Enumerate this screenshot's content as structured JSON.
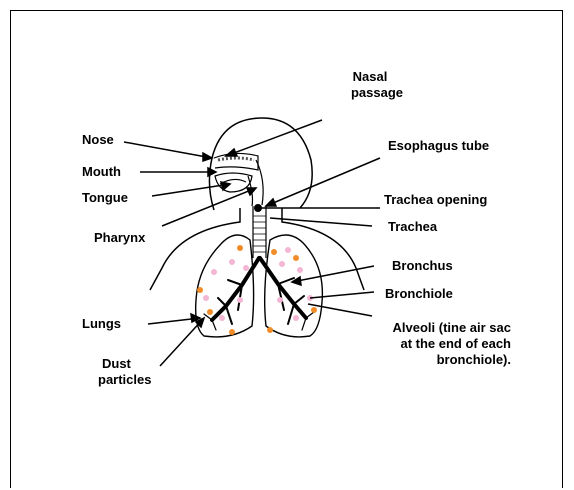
{
  "labels": {
    "nasal_passage_1": "Nasal",
    "nasal_passage_2": "passage",
    "nose": "Nose",
    "mouth": "Mouth",
    "tongue": "Tongue",
    "pharynx": "Pharynx",
    "esophagus": "Esophagus tube",
    "trachea_opening": "Trachea opening",
    "trachea": "Trachea",
    "bronchus": "Bronchus",
    "bronchiole": "Bronchiole",
    "lungs": "Lungs",
    "dust_1": "Dust",
    "dust_2": "particles",
    "alveoli_1": "Alveoli (tine air sac",
    "alveoli_2": "at the end of each",
    "alveoli_3": "bronchiole)."
  },
  "colors": {
    "dust": "#f28c28",
    "alveoli": "#f4b6d4",
    "line": "#000000"
  }
}
